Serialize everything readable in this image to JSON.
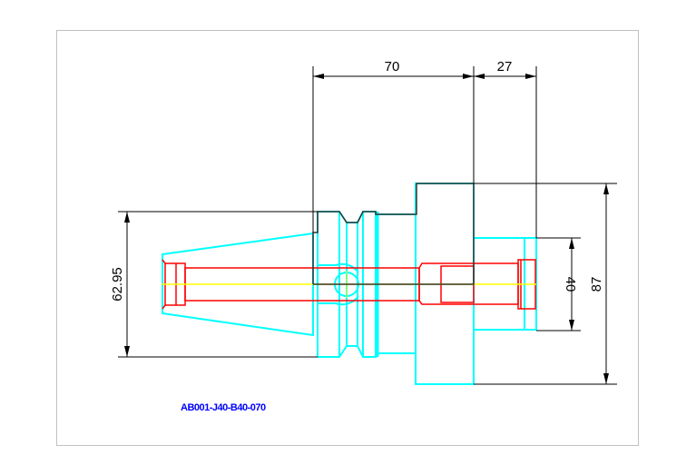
{
  "drawing": {
    "part_number": "AB001-J40-B40-070",
    "dimensions": {
      "length_body": "70",
      "length_nose": "27",
      "flange_diameter": "62.95",
      "nose_diameter": "40",
      "body_diameter": "87"
    },
    "colors": {
      "outline": "#00ffff",
      "bore": "#ff0000",
      "centerline": "#ffff00",
      "dimension": "#000000",
      "label": "#0000ff"
    }
  }
}
